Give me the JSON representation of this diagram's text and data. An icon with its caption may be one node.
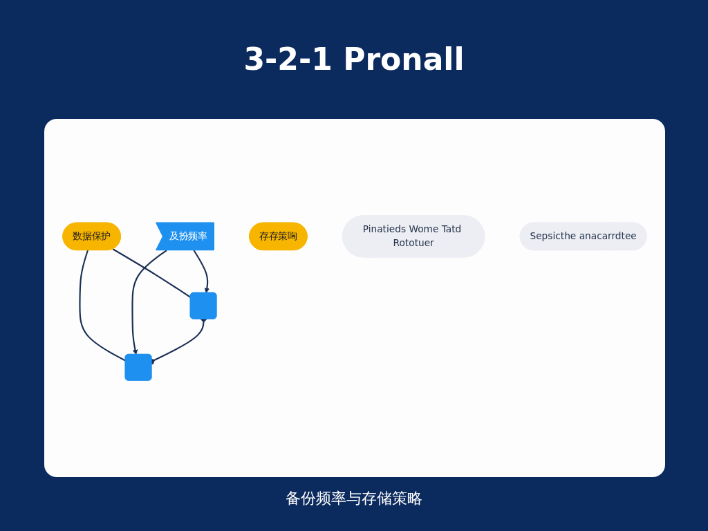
{
  "diagram": {
    "title": "3-2-1 Pronall",
    "caption": "备份频率与存储策略",
    "nodes": [
      {
        "text": [
          "数据保护"
        ]
      },
      {
        "text": [],
        "shape": "box"
      },
      {
        "text": [
          "及扮频率"
        ]
      },
      {
        "text": [],
        "shape": "box"
      },
      {
        "text": [
          "存存策哅"
        ]
      },
      {
        "text": [
          "Pinatieds Wome Tatd Rototuer"
        ]
      },
      {
        "text": [
          "Sepsicthe anacarrdtee"
        ]
      }
    ],
    "edges": [
      {
        "from": 0,
        "to": 1,
        "arrow": "none"
      },
      {
        "from": 0,
        "to": 3,
        "arrow": "none"
      },
      {
        "from": 2,
        "to": 1,
        "arrow": "to"
      },
      {
        "from": 2,
        "to": 3,
        "arrow": "to"
      },
      {
        "from": 1,
        "to": 3,
        "arrow": "other"
      }
    ]
  }
}
